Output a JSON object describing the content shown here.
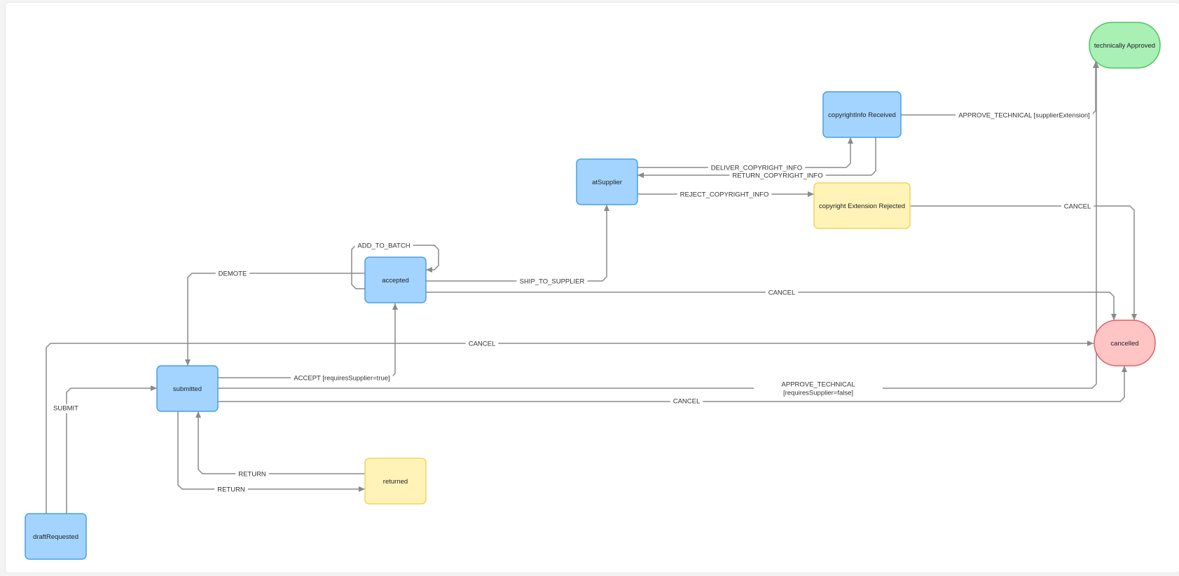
{
  "colors": {
    "blue_fill": "#a3d4ff",
    "blue_stroke": "#4a9fe0",
    "yellow_fill": "#fff3b8",
    "yellow_stroke": "#f0d65a",
    "green_fill": "#a9f0b5",
    "green_stroke": "#4cc45e",
    "red_fill": "#ffc4c4",
    "red_stroke": "#e06060",
    "edge": "#8a8a8a"
  },
  "nodes": [
    {
      "id": "draftRequested",
      "label": "draftRequested",
      "kind": "state"
    },
    {
      "id": "submitted",
      "label": "submitted",
      "kind": "state"
    },
    {
      "id": "accepted",
      "label": "accepted",
      "kind": "state"
    },
    {
      "id": "returned",
      "label": "returned",
      "kind": "warning"
    },
    {
      "id": "atSupplier",
      "label": "atSupplier",
      "kind": "state"
    },
    {
      "id": "copyrightInfoReceived",
      "label": "copyrightInfo Received",
      "kind": "state"
    },
    {
      "id": "copyrightExtensionRejected",
      "label": "copyright Extension Rejected",
      "kind": "warning"
    },
    {
      "id": "technicallyApproved",
      "label": "technically Approved",
      "kind": "final-ok"
    },
    {
      "id": "cancelled",
      "label": "cancelled",
      "kind": "final-bad"
    }
  ],
  "edges": [
    {
      "id": "e-submit",
      "from": "draftRequested",
      "to": "submitted",
      "lines": [
        "SUBMIT"
      ]
    },
    {
      "id": "e-cancel-draft",
      "from": "draftRequested",
      "to": "cancelled",
      "lines": [
        "CANCEL"
      ]
    },
    {
      "id": "e-accept",
      "from": "submitted",
      "to": "accepted",
      "lines": [
        "ACCEPT [requiresSupplier=true]"
      ]
    },
    {
      "id": "e-approve-sub",
      "from": "submitted",
      "to": "technicallyApproved",
      "lines": [
        "APPROVE_TECHNICAL",
        "[requiresSupplier=false]"
      ]
    },
    {
      "id": "e-cancel-sub",
      "from": "submitted",
      "to": "cancelled",
      "lines": [
        "CANCEL"
      ]
    },
    {
      "id": "e-return-to-returned",
      "from": "submitted",
      "to": "returned",
      "lines": [
        "RETURN"
      ]
    },
    {
      "id": "e-return-from-returned",
      "from": "returned",
      "to": "submitted",
      "lines": [
        "RETURN"
      ]
    },
    {
      "id": "e-demote",
      "from": "accepted",
      "to": "submitted",
      "lines": [
        "DEMOTE"
      ]
    },
    {
      "id": "e-add-batch",
      "from": "accepted",
      "to": "accepted",
      "lines": [
        "ADD_TO_BATCH"
      ]
    },
    {
      "id": "e-ship",
      "from": "accepted",
      "to": "atSupplier",
      "lines": [
        "SHIP_TO_SUPPLIER"
      ]
    },
    {
      "id": "e-cancel-acc",
      "from": "accepted",
      "to": "cancelled",
      "lines": [
        "CANCEL"
      ]
    },
    {
      "id": "e-deliver",
      "from": "atSupplier",
      "to": "copyrightInfoReceived",
      "lines": [
        "DELIVER_COPYRIGHT_INFO"
      ]
    },
    {
      "id": "e-return-ci",
      "from": "copyrightInfoReceived",
      "to": "atSupplier",
      "lines": [
        "RETURN_COPYRIGHT_INFO"
      ]
    },
    {
      "id": "e-reject",
      "from": "atSupplier",
      "to": "copyrightExtensionRejected",
      "lines": [
        "REJECT_COPYRIGHT_INFO"
      ]
    },
    {
      "id": "e-approve-ext",
      "from": "copyrightInfoReceived",
      "to": "technicallyApproved",
      "lines": [
        "APPROVE_TECHNICAL [supplierExtension]"
      ]
    },
    {
      "id": "e-cancel-rej",
      "from": "copyrightExtensionRejected",
      "to": "cancelled",
      "lines": [
        "CANCEL"
      ]
    }
  ]
}
